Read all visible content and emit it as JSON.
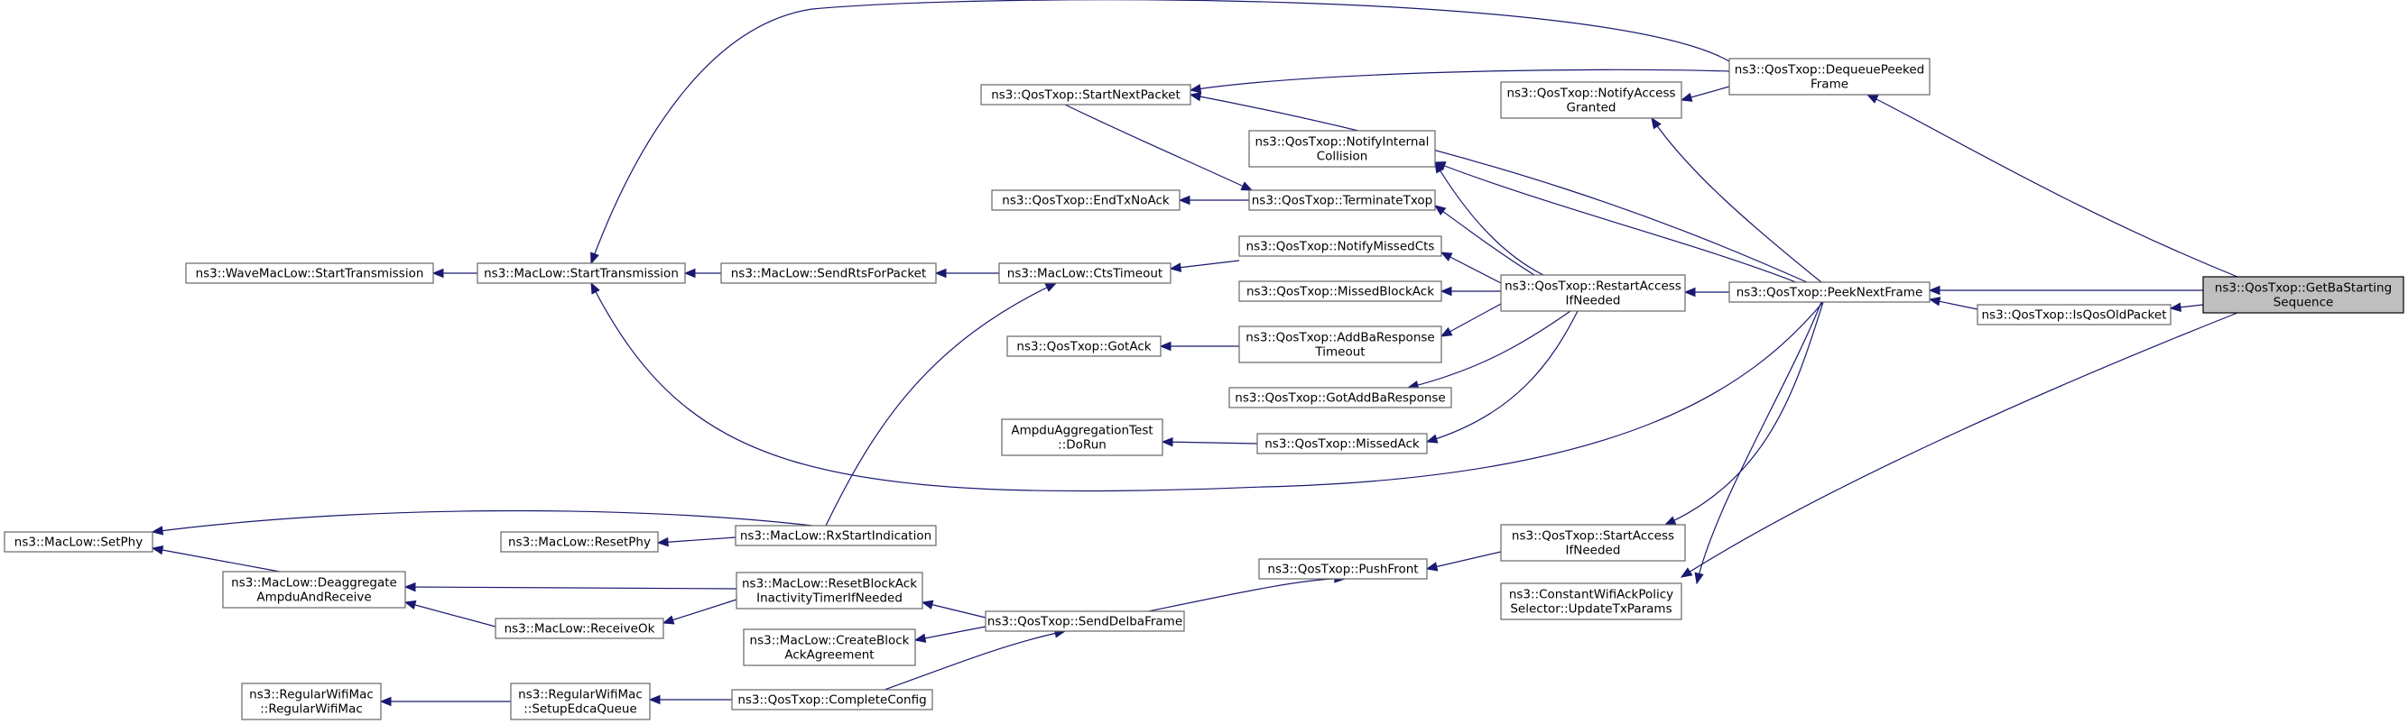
{
  "graph": {
    "type": "call-graph",
    "direction": "right-to-left",
    "colors": {
      "edge": "#191970",
      "node_border": "#666666",
      "node_fill": "#ffffff",
      "focus_fill": "#bfbfbf",
      "focus_border": "#000000"
    },
    "nodes": [
      {
        "id": "getba",
        "lines": [
          "ns3::QosTxop::GetBaStarting",
          "Sequence"
        ],
        "focus": true
      },
      {
        "id": "dequeue",
        "lines": [
          "ns3::QosTxop::DequeuePeeked",
          "Frame"
        ]
      },
      {
        "id": "peeknext",
        "lines": [
          "ns3::QosTxop::PeekNextFrame"
        ]
      },
      {
        "id": "isqosold",
        "lines": [
          "ns3::QosTxop::IsQosOldPacket"
        ]
      },
      {
        "id": "updatetx",
        "lines": [
          "ns3::ConstantWifiAckPolicy",
          "Selector::UpdateTxParams"
        ]
      },
      {
        "id": "notifyaccess",
        "lines": [
          "ns3::QosTxop::NotifyAccess",
          "Granted"
        ]
      },
      {
        "id": "startnext",
        "lines": [
          "ns3::QosTxop::StartNextPacket"
        ]
      },
      {
        "id": "restart",
        "lines": [
          "ns3::QosTxop::RestartAccess",
          "IfNeeded"
        ]
      },
      {
        "id": "startaccess",
        "lines": [
          "ns3::QosTxop::StartAccess",
          "IfNeeded"
        ]
      },
      {
        "id": "notifyinternal",
        "lines": [
          "ns3::QosTxop::NotifyInternal",
          "Collision"
        ]
      },
      {
        "id": "terminate",
        "lines": [
          "ns3::QosTxop::TerminateTxop"
        ]
      },
      {
        "id": "notifymissedcts",
        "lines": [
          "ns3::QosTxop::NotifyMissedCts"
        ]
      },
      {
        "id": "missedblock",
        "lines": [
          "ns3::QosTxop::MissedBlockAck"
        ]
      },
      {
        "id": "addbaresp",
        "lines": [
          "ns3::QosTxop::AddBaResponse",
          "Timeout"
        ]
      },
      {
        "id": "gotaddba",
        "lines": [
          "ns3::QosTxop::GotAddBaResponse"
        ]
      },
      {
        "id": "missedack",
        "lines": [
          "ns3::QosTxop::MissedAck"
        ]
      },
      {
        "id": "pushfront",
        "lines": [
          "ns3::QosTxop::PushFront"
        ]
      },
      {
        "id": "endtxnoack",
        "lines": [
          "ns3::QosTxop::EndTxNoAck"
        ]
      },
      {
        "id": "ctstimeout",
        "lines": [
          "ns3::MacLow::CtsTimeout"
        ]
      },
      {
        "id": "gotack",
        "lines": [
          "ns3::QosTxop::GotAck"
        ]
      },
      {
        "id": "ampdutest",
        "lines": [
          "AmpduAggregationTest",
          "::DoRun"
        ]
      },
      {
        "id": "senddelba",
        "lines": [
          "ns3::QosTxop::SendDelbaFrame"
        ]
      },
      {
        "id": "sendrts",
        "lines": [
          "ns3::MacLow::SendRtsForPacket"
        ]
      },
      {
        "id": "rxstart",
        "lines": [
          "ns3::MacLow::RxStartIndication"
        ]
      },
      {
        "id": "resetblock",
        "lines": [
          "ns3::MacLow::ResetBlockAck",
          "InactivityTimerIfNeeded"
        ]
      },
      {
        "id": "createblock",
        "lines": [
          "ns3::MacLow::CreateBlock",
          "AckAgreement"
        ]
      },
      {
        "id": "completeconfig",
        "lines": [
          "ns3::QosTxop::CompleteConfig"
        ]
      },
      {
        "id": "maclowstart",
        "lines": [
          "ns3::MacLow::StartTransmission"
        ]
      },
      {
        "id": "resetphy",
        "lines": [
          "ns3::MacLow::ResetPhy"
        ]
      },
      {
        "id": "receiveok",
        "lines": [
          "ns3::MacLow::ReceiveOk"
        ]
      },
      {
        "id": "setupedca",
        "lines": [
          "ns3::RegularWifiMac",
          "::SetupEdcaQueue"
        ]
      },
      {
        "id": "wavestart",
        "lines": [
          "ns3::WaveMacLow::StartTransmission"
        ]
      },
      {
        "id": "deaggregate",
        "lines": [
          "ns3::MacLow::Deaggregate",
          "AmpduAndReceive"
        ]
      },
      {
        "id": "regularwifimac",
        "lines": [
          "ns3::RegularWifiMac",
          "::RegularWifiMac"
        ]
      },
      {
        "id": "setphy",
        "lines": [
          "ns3::MacLow::SetPhy"
        ]
      }
    ],
    "edges": [
      {
        "from": "getba",
        "to": "dequeue"
      },
      {
        "from": "getba",
        "to": "peeknext"
      },
      {
        "from": "getba",
        "to": "isqosold"
      },
      {
        "from": "getba",
        "to": "updatetx"
      },
      {
        "from": "isqosold",
        "to": "peeknext"
      },
      {
        "from": "dequeue",
        "to": "notifyaccess"
      },
      {
        "from": "dequeue",
        "to": "startnext"
      },
      {
        "from": "dequeue",
        "to": "maclowstart"
      },
      {
        "from": "peeknext",
        "to": "notifyaccess"
      },
      {
        "from": "peeknext",
        "to": "startnext"
      },
      {
        "from": "peeknext",
        "to": "notifyinternal"
      },
      {
        "from": "peeknext",
        "to": "restart"
      },
      {
        "from": "peeknext",
        "to": "startaccess"
      },
      {
        "from": "peeknext",
        "to": "updatetx"
      },
      {
        "from": "peeknext",
        "to": "maclowstart"
      },
      {
        "from": "startnext",
        "to": "terminate"
      },
      {
        "from": "restart",
        "to": "notifyinternal"
      },
      {
        "from": "restart",
        "to": "terminate"
      },
      {
        "from": "restart",
        "to": "notifymissedcts"
      },
      {
        "from": "restart",
        "to": "missedblock"
      },
      {
        "from": "restart",
        "to": "addbaresp"
      },
      {
        "from": "restart",
        "to": "gotaddba"
      },
      {
        "from": "restart",
        "to": "missedack"
      },
      {
        "from": "terminate",
        "to": "endtxnoack"
      },
      {
        "from": "notifymissedcts",
        "to": "ctstimeout"
      },
      {
        "from": "addbaresp",
        "to": "gotack"
      },
      {
        "from": "missedack",
        "to": "ampdutest"
      },
      {
        "from": "ctstimeout",
        "to": "sendrts"
      },
      {
        "from": "ctstimeout",
        "to": "rxstart"
      },
      {
        "from": "sendrts",
        "to": "maclowstart"
      },
      {
        "from": "maclowstart",
        "to": "wavestart"
      },
      {
        "from": "startaccess",
        "to": "pushfront"
      },
      {
        "from": "pushfront",
        "to": "senddelba"
      },
      {
        "from": "senddelba",
        "to": "resetblock"
      },
      {
        "from": "senddelba",
        "to": "createblock"
      },
      {
        "from": "senddelba",
        "to": "completeconfig"
      },
      {
        "from": "rxstart",
        "to": "resetphy"
      },
      {
        "from": "rxstart",
        "to": "setphy"
      },
      {
        "from": "resetblock",
        "to": "deaggregate"
      },
      {
        "from": "resetblock",
        "to": "receiveok"
      },
      {
        "from": "receiveok",
        "to": "deaggregate"
      },
      {
        "from": "deaggregate",
        "to": "setphy"
      },
      {
        "from": "completeconfig",
        "to": "setupedca"
      },
      {
        "from": "setupedca",
        "to": "regularwifimac"
      }
    ]
  }
}
